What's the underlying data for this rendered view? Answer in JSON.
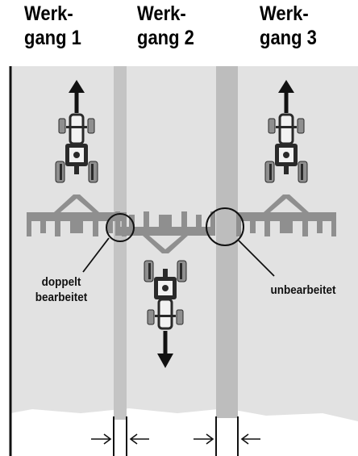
{
  "headers": [
    "Werk-\ngang 1",
    "Werk-\ngang 2",
    "Werk-\ngang 3"
  ],
  "labels": {
    "overlap": "doppelt\nbearbeitet",
    "gap": "unbearbeitet"
  },
  "colors": {
    "field": "#e2e2e2",
    "strip": "#bfbfbf",
    "machine": "#8f8f8f",
    "tractor_dark": "#2a2a2a",
    "outline": "#111111"
  },
  "icons": [
    "tractor-icon",
    "arrow-up-icon",
    "arrow-down-icon",
    "harrow-icon"
  ]
}
